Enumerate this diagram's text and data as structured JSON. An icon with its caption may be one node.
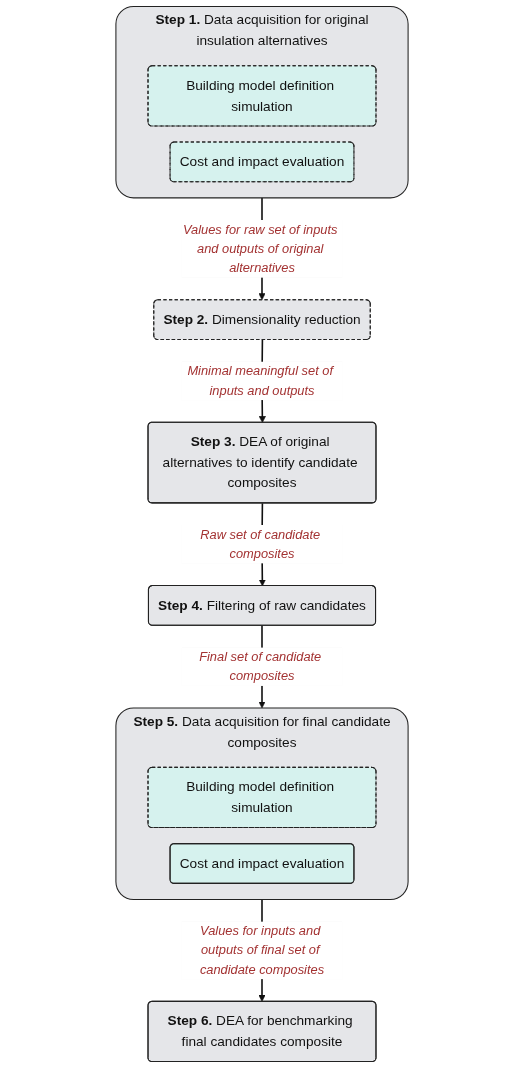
{
  "diagram": {
    "nodes": [
      {
        "text": [
          "**Step 1.** Data acquisition for original insulation alternatives"
        ]
      },
      {
        "text": [
          "Building model definition simulation"
        ],
        "in": 0
      },
      {
        "text": [
          "Cost and impact evaluation"
        ],
        "in": 0
      },
      {
        "text": [
          "**Step 2.** Dimensionality reduction"
        ]
      },
      {
        "text": [
          "**Step 3.** DEA of original alternatives to identify candidate composites"
        ]
      },
      {
        "text": [
          "**Step 4.** Filtering of raw candidates"
        ]
      },
      {
        "text": [
          "**Step 5.** Data acquisition for final candidate composites"
        ]
      },
      {
        "text": [
          "Building model definition simulation"
        ],
        "in": 6
      },
      {
        "text": [
          "Cost and impact evaluation"
        ],
        "in": 6
      },
      {
        "text": [
          "**Step 6.** DEA for benchmarking final candidates composite"
        ]
      }
    ],
    "edges": [
      {
        "from": 0,
        "to": 3,
        "arrow": "to",
        "label": "Values for raw set of inputs and outputs of original alternatives"
      },
      {
        "from": 3,
        "to": 4,
        "arrow": "to",
        "label": "Minimal meaningful set of inputs and outputs"
      },
      {
        "from": 4,
        "to": 5,
        "arrow": "to",
        "label": "Raw set of candidate composites"
      },
      {
        "from": 5,
        "to": 6,
        "arrow": "to",
        "label": "Final set of candidate composites"
      },
      {
        "from": 6,
        "to": 9,
        "arrow": "to",
        "label": "Values for inputs and outputs of final set of candidate composites"
      }
    ]
  }
}
